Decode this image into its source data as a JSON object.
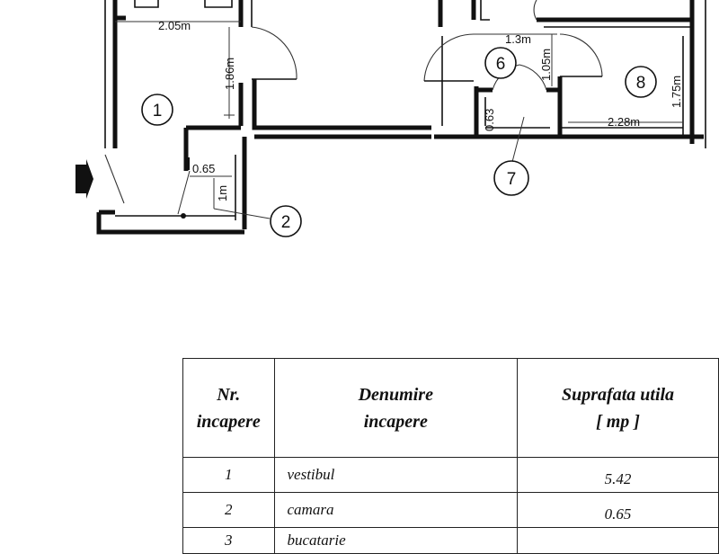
{
  "plan": {
    "dimensions": {
      "d1": "2.05m",
      "d2": "1.86m",
      "d3": "0.65",
      "d4": "1m",
      "d5": "1.3m",
      "d6": "1.05m",
      "d7": "0.63",
      "d8": "1.75m",
      "d9": "2.28m"
    },
    "rooms": {
      "r1": "1",
      "r2": "2",
      "r6": "6",
      "r7": "7",
      "r8": "8"
    }
  },
  "table": {
    "headers": {
      "nr": [
        "Nr.",
        "incapere"
      ],
      "name": [
        "Denumire",
        "incapere"
      ],
      "area": [
        "Suprafata utila",
        "[ mp ]"
      ]
    },
    "rows": [
      {
        "nr": "1",
        "name": "vestibul",
        "area": "5.42"
      },
      {
        "nr": "2",
        "name": "camara",
        "area": "0.65"
      },
      {
        "nr": "3",
        "name": "bucatarie",
        "area": ""
      }
    ]
  }
}
